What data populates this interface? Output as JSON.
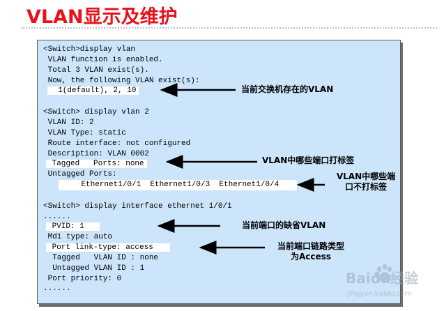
{
  "title": "VLAN显示及维护",
  "terminal": {
    "lines": [
      "<Switch>display vlan",
      " VLAN function is enabled.",
      " Total 3 VLAN exist(s).",
      " Now, the following VLAN exist(s):",
      "  1(default), 2, 10",
      "",
      "<Switch> display vlan 2",
      " VLAN ID: 2",
      " VLAN Type: static",
      " Route interface: not configured",
      " Description: VLAN 0002",
      " Tagged   Ports: none",
      " Untagged Ports:",
      "    Ethernet1/0/1  Ethernet1/0/3  Ethernet1/0/4",
      "",
      "<Switch> display interface ethernet 1/0/1",
      "......",
      " PVID: 1",
      " Mdi type: auto",
      " Port link-type: access",
      "  Tagged   VLAN ID : none",
      "  Untagged VLAN ID : 1",
      " Port priority: 0",
      "......"
    ]
  },
  "annotations": {
    "vlan_exist": "当前交换机存在的VLAN",
    "tagged_ports": "VLAN中哪些端口打标签",
    "untagged_ports_1": "VLAN中哪些端",
    "untagged_ports_2": "口不打标签",
    "pvid": "当前端口的缺省VLAN",
    "link_type_1": "当前端口链路类型",
    "link_type_2": "为Access"
  },
  "watermark": {
    "brand": "Baidu经验",
    "url": "jingyan.baidu.com"
  }
}
